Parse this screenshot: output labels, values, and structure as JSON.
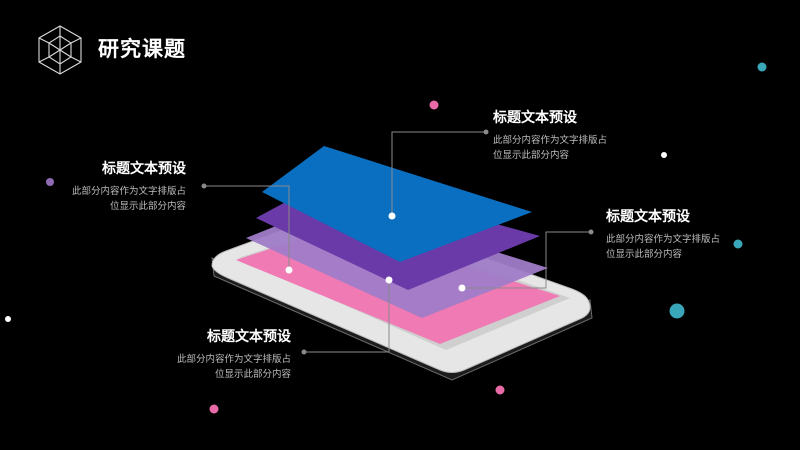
{
  "header": {
    "title": "研究课题",
    "logo_icon": "geometric-polyhedron-icon"
  },
  "callouts": [
    {
      "title": "标题文本预设",
      "desc_line1": "此部分内容作为文字排版占",
      "desc_line2": "位显示此部分内容"
    },
    {
      "title": "标题文本预设",
      "desc_line1": "此部分内容作为文字排版占",
      "desc_line2": "位显示此部分内容"
    },
    {
      "title": "标题文本预设",
      "desc_line1": "此部分内容作为文字排版占",
      "desc_line2": "位显示此部分内容"
    },
    {
      "title": "标题文本预设",
      "desc_line1": "此部分内容作为文字排版占",
      "desc_line2": "位显示此部分内容"
    }
  ],
  "colors": {
    "background": "#000000",
    "layer_blue": "#0a6fc0",
    "layer_purple": "#6a3aa8",
    "layer_lilac": "#a07cc8",
    "layer_pink": "#f07ab4",
    "dot_pink": "#e86aa6",
    "dot_purple": "#8e6bb3",
    "dot_teal": "#3aa6b9",
    "text_gray": "#bdbdbd"
  }
}
